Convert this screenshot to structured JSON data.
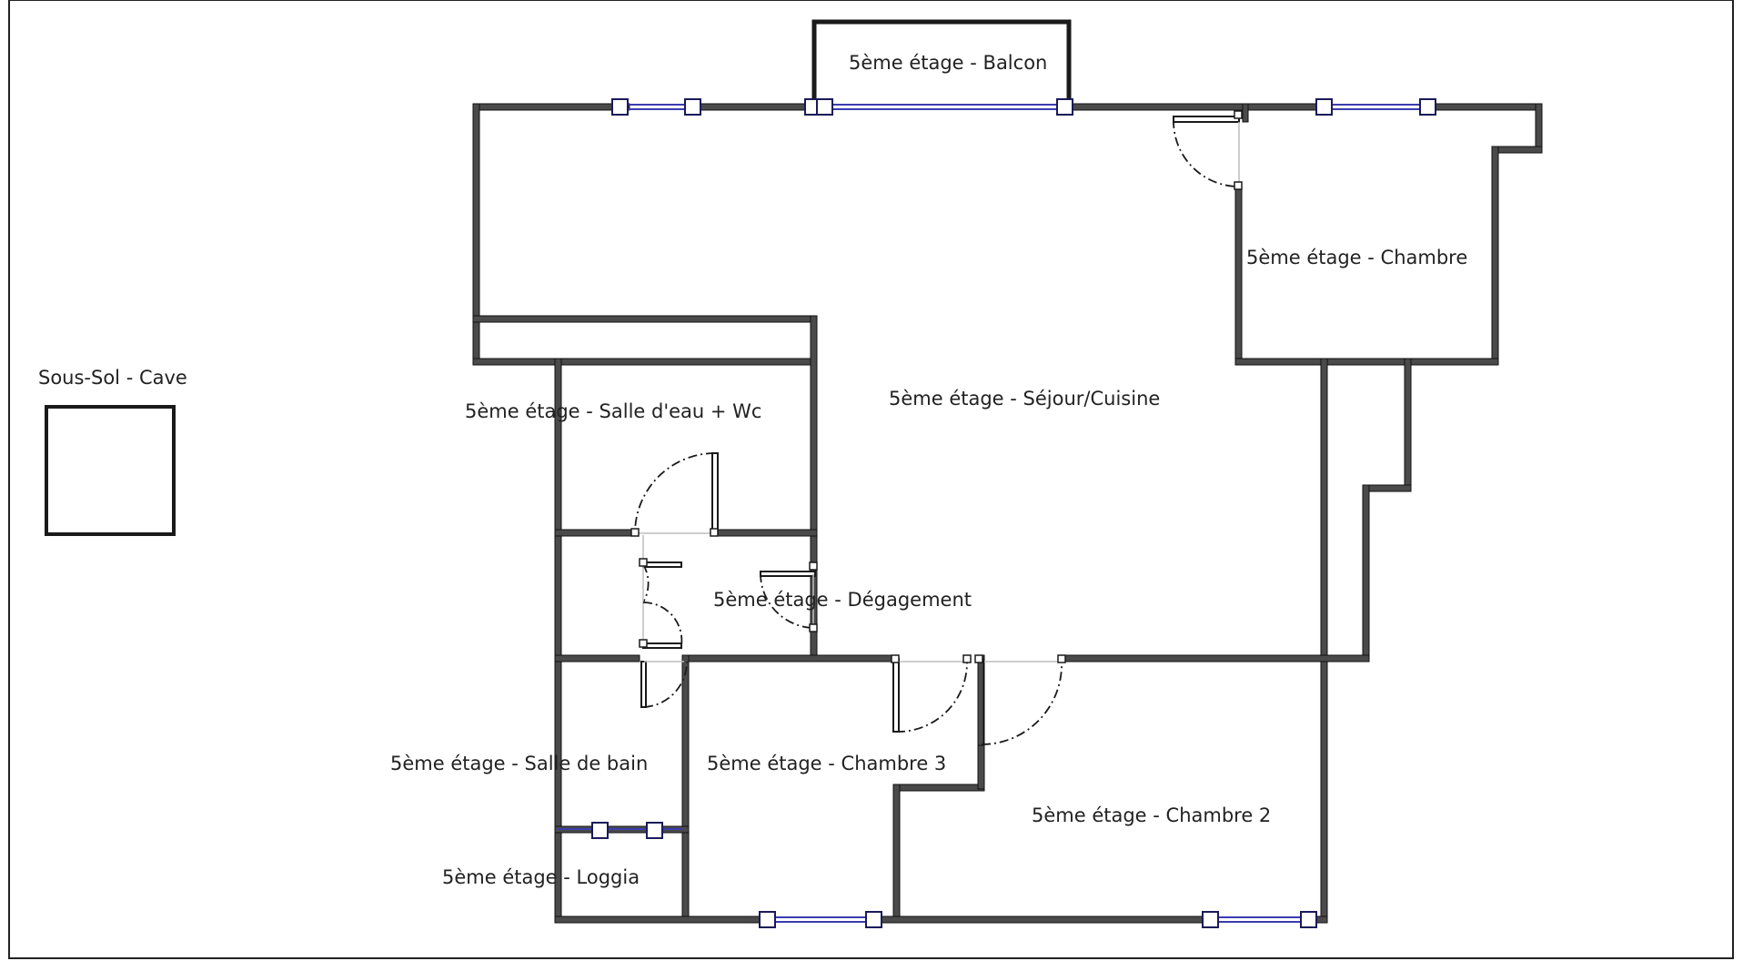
{
  "rooms": {
    "cave": "Sous-Sol - Cave",
    "balcon": "5ème étage - Balcon",
    "chambre": "5ème étage - Chambre",
    "sejour": "5ème étage - Séjour/Cuisine",
    "salle_eau": "5ème étage - Salle d'eau + Wc",
    "degagement": "5ème étage - Dégagement",
    "salle_bain": "5ème étage - Salle de bain",
    "chambre3": "5ème étage - Chambre 3",
    "chambre2": "5ème étage - Chambre 2",
    "loggia": "5ème étage - Loggia"
  }
}
